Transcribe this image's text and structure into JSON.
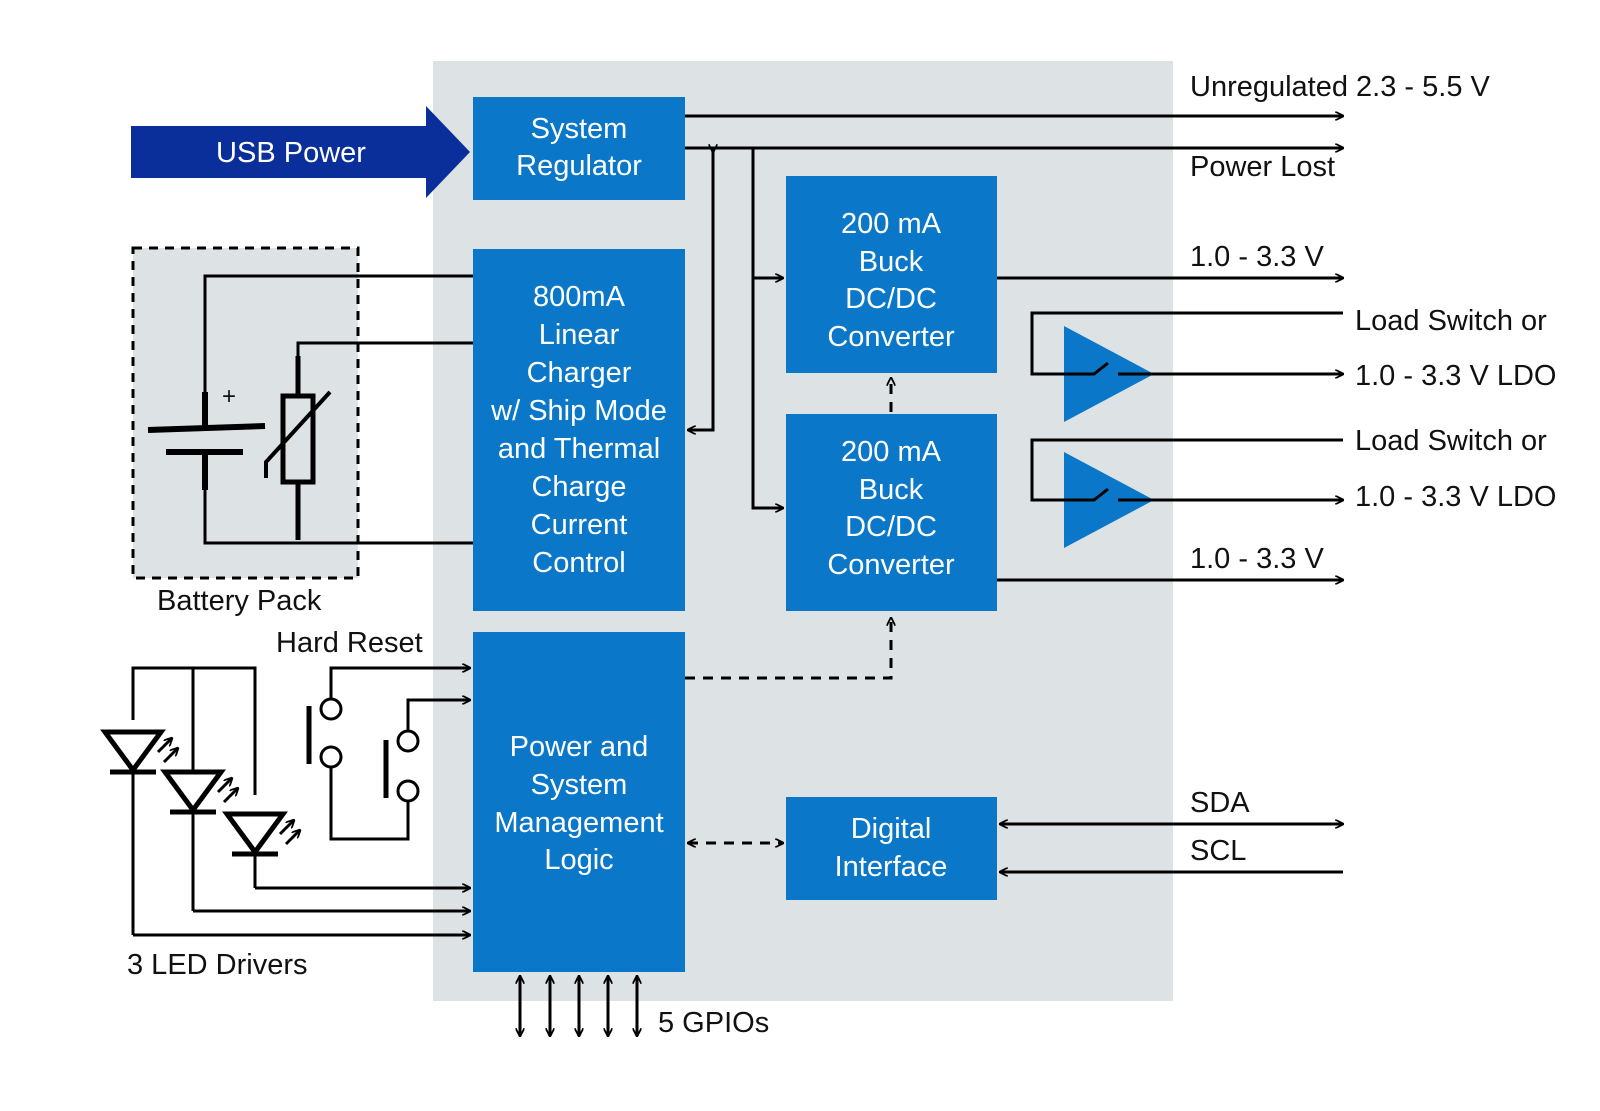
{
  "colors": {
    "block_fill": "#0a77c9",
    "chip_background": "#dde3e5",
    "usb_arrow": "#0a2f9a",
    "battery_background": "#dde3e5",
    "wire": "#000000"
  },
  "blocks": {
    "system_regulator": [
      "System",
      "Regulator"
    ],
    "linear_charger": [
      "800mA",
      "Linear",
      "Charger",
      "w/ Ship Mode",
      "and Thermal",
      "Charge",
      "Current",
      "Control"
    ],
    "buck_top": [
      "200 mA",
      "Buck",
      "DC/DC",
      "Converter"
    ],
    "buck_bottom": [
      "200 mA",
      "Buck",
      "DC/DC",
      "Converter"
    ],
    "power_logic": [
      "Power and",
      "System",
      "Management",
      "Logic"
    ],
    "digital_interface": [
      "Digital",
      "Interface"
    ]
  },
  "labels": {
    "usb_power": "USB Power",
    "battery_pack": "Battery Pack",
    "hard_reset": "Hard Reset",
    "led_drivers": "3 LED Drivers",
    "gpios": "5 GPIOs",
    "unregulated": "Unregulated 2.3 - 5.5 V",
    "power_lost": "Power Lost",
    "buck1_out": "1.0 - 3.3 V",
    "buck2_out": "1.0 - 3.3 V",
    "ldo1_top": "Load Switch or",
    "ldo1_bottom": "1.0 - 3.3 V LDO",
    "ldo2_top": "Load Switch or",
    "ldo2_bottom": "1.0 - 3.3 V LDO",
    "sda": "SDA",
    "scl": "SCL",
    "battery_plus": "+"
  },
  "icons": {
    "battery": "battery-cell-icon",
    "thermistor": "thermistor-icon",
    "led": "led-diode-icon",
    "pushbutton": "pushbutton-switch-icon",
    "ldo": "ldo-triangle-icon"
  }
}
